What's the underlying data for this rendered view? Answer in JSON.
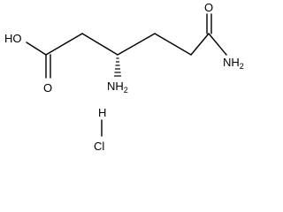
{
  "structure": {
    "hydroxyl": "HO",
    "carboxyl_oxygen": "O",
    "amide_oxygen": "O",
    "amine": "NH",
    "amine_subscript": "2",
    "amide_amine": "NH",
    "amide_amine_subscript": "2",
    "salt_hydrogen": "H",
    "salt_chlorine": "Cl"
  },
  "colors": {
    "stroke": "#000000",
    "background": "#ffffff"
  }
}
